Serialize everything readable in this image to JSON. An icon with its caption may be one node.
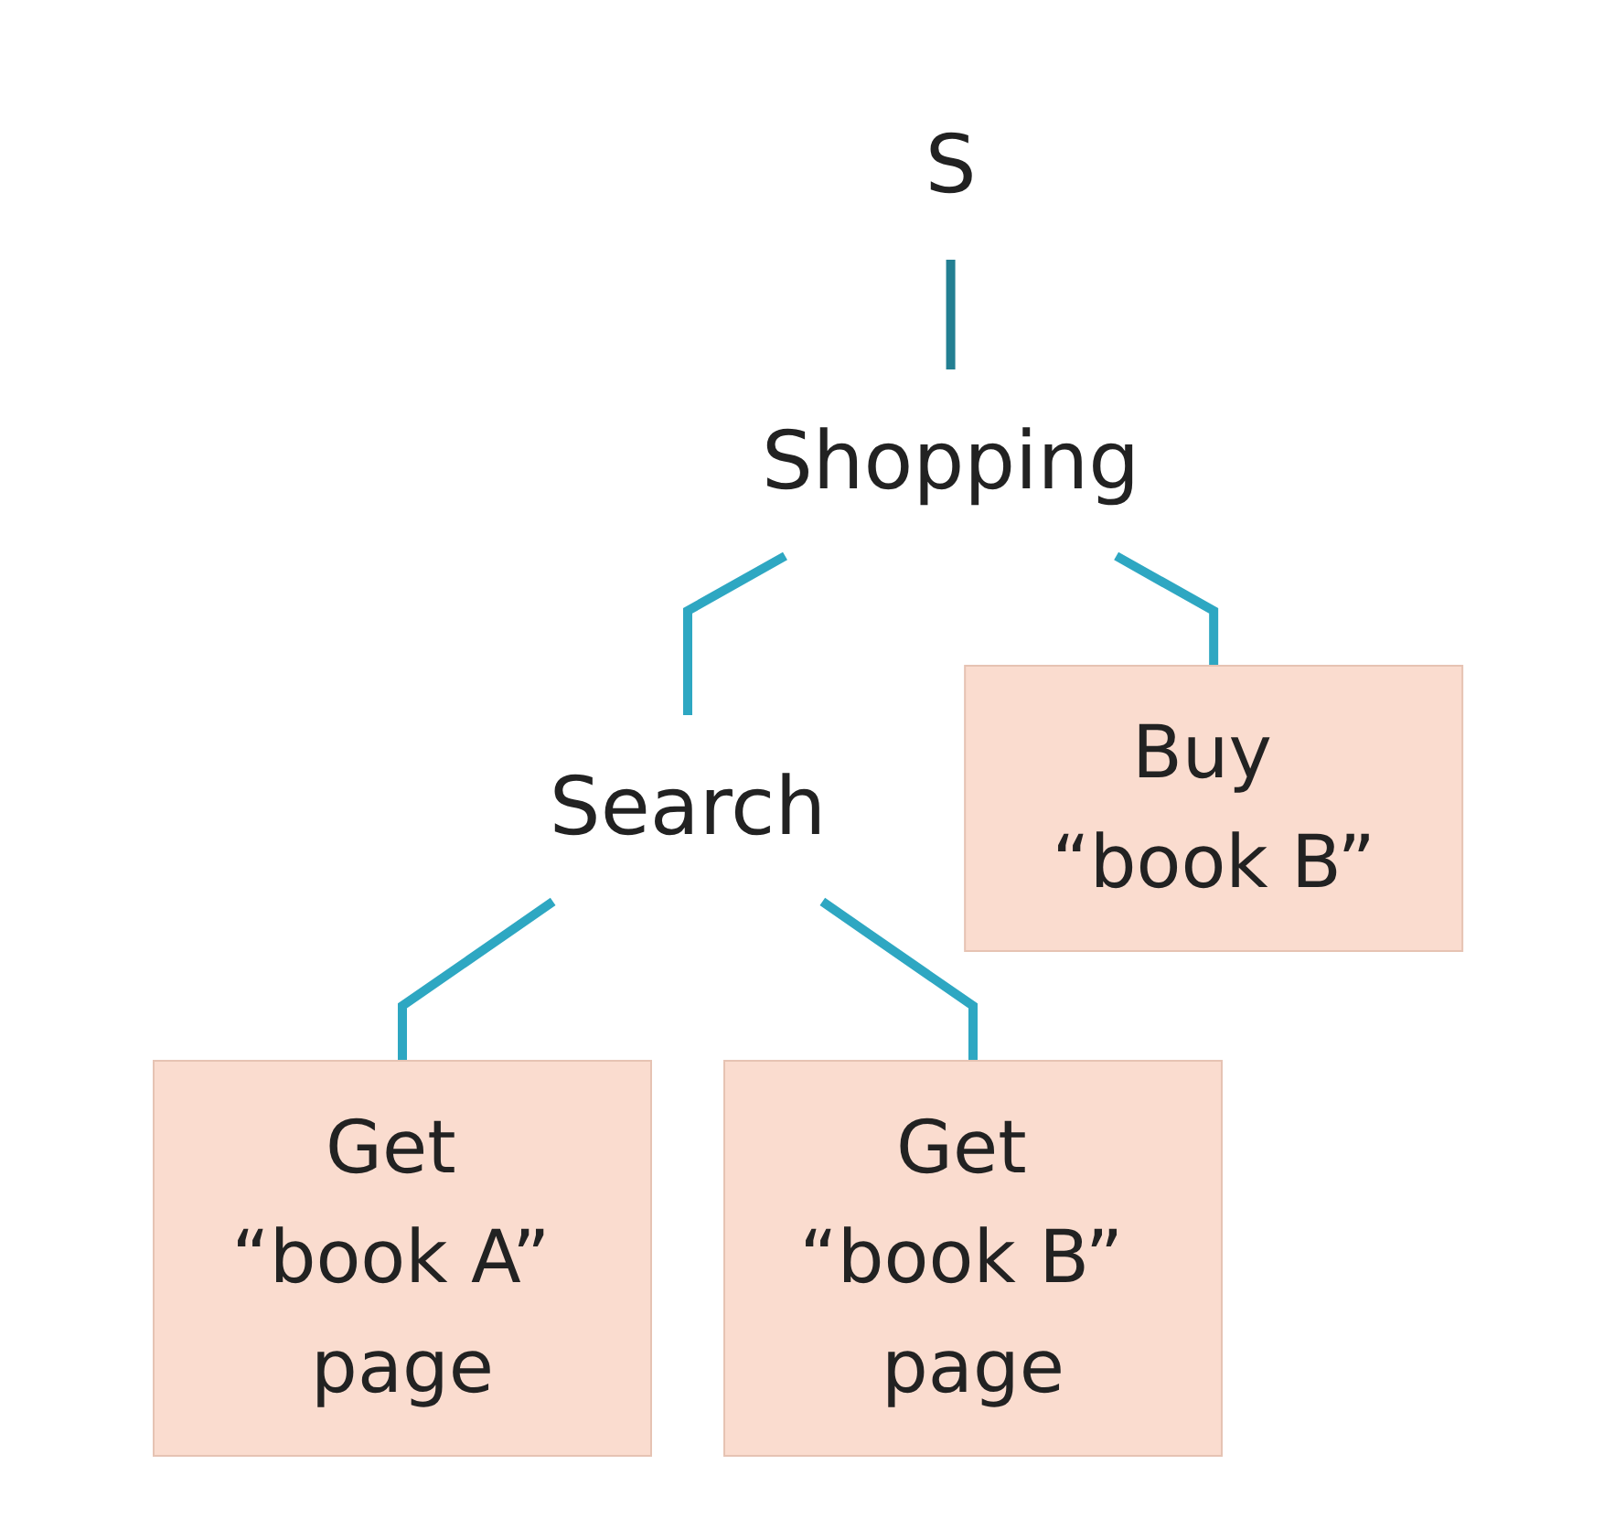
{
  "diagram": {
    "nodes": [
      {
        "text": [
          "S"
        ]
      },
      {
        "text": [
          "Shopping"
        ]
      },
      {
        "text": [
          "Search"
        ]
      },
      {
        "text": [
          "Get “book A” page"
        ]
      },
      {
        "text": [
          "Get “book B” page"
        ]
      },
      {
        "text": [
          "Buy “book B”"
        ]
      }
    ],
    "edges": [
      {
        "from": 0,
        "to": 1,
        "arrow": "none",
        "color": "#237f92"
      },
      {
        "from": 1,
        "to": 2,
        "arrow": "none"
      },
      {
        "from": 1,
        "to": 5,
        "arrow": "none"
      },
      {
        "from": 2,
        "to": 3,
        "arrow": "none"
      },
      {
        "from": 2,
        "to": 4,
        "arrow": "none"
      }
    ]
  }
}
